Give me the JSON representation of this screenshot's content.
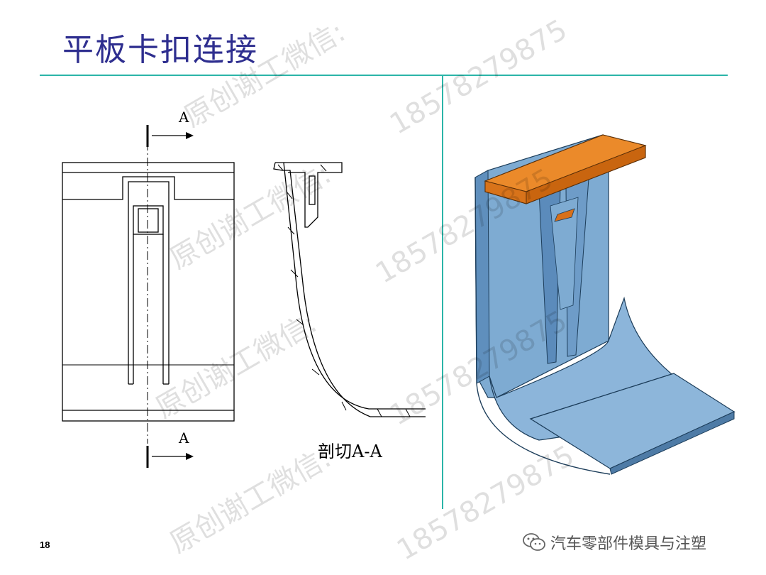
{
  "slide": {
    "title": "平板卡扣连接",
    "page_number": "18"
  },
  "drawing": {
    "section_mark_top": "A",
    "section_mark_bottom": "A",
    "section_caption": "剖切A-A"
  },
  "watermark": {
    "text_cn": "原创谢工微信:",
    "text_num": "18578279875"
  },
  "footer": {
    "account_name": "汽车零部件模具与注塑",
    "icon": "wechat-icon"
  },
  "colors": {
    "title": "#2e2e8f",
    "divider": "#2bb5a8",
    "part_blue": "#6f9fc8",
    "part_orange": "#e07a18"
  }
}
